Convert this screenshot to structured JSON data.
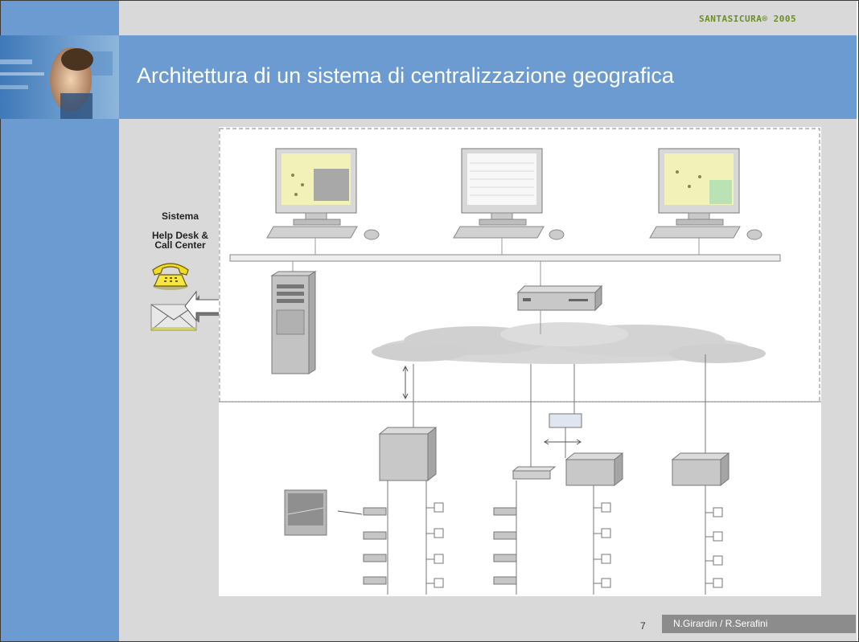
{
  "slide": {
    "title": "Architettura di un sistema di centralizzazione geografica",
    "brand": "SANTASICURA® 2005",
    "page_number": "7",
    "author": "N.Girardin / R.Serafini"
  },
  "help_desk": {
    "line1": "Sistema",
    "line2": "Help Desk &",
    "line3": "Call Center"
  },
  "colors": {
    "band": "#6b9bd0",
    "background": "#d9d9d9",
    "footer_bar": "#8c8c8c"
  },
  "icons": [
    "telephone-icon",
    "mail-icon",
    "double-arrow-icon"
  ]
}
